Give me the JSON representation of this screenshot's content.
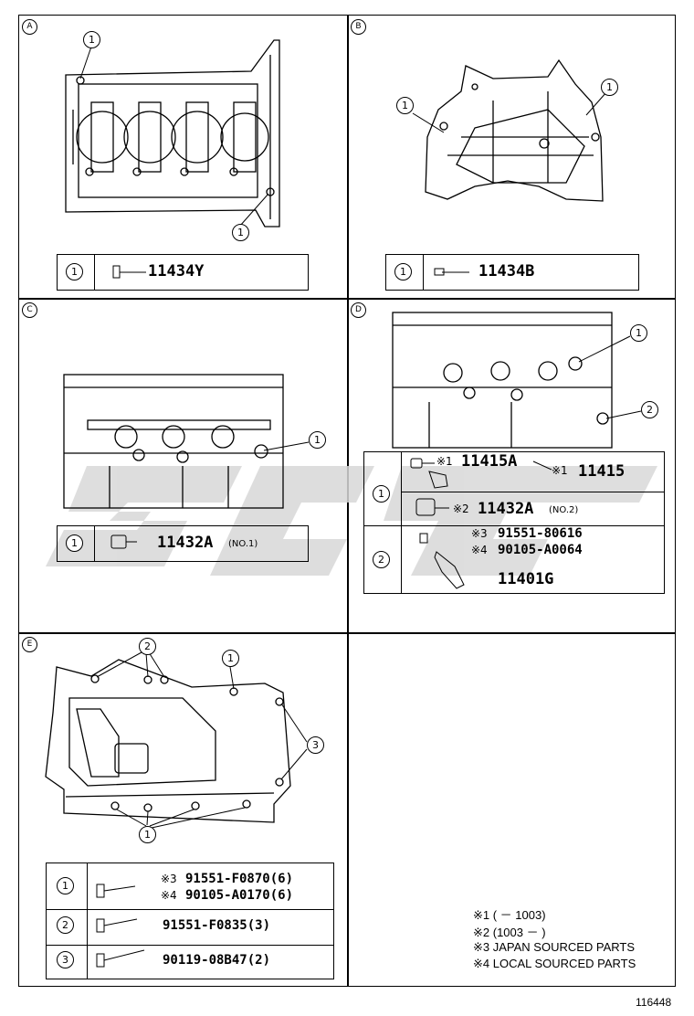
{
  "panels": {
    "A": {
      "letter": "A",
      "part_no": "11434Y",
      "index": "1"
    },
    "B": {
      "letter": "B",
      "part_no": "11434B",
      "index": "1"
    },
    "C": {
      "letter": "C",
      "part_no": "11432A",
      "suffix": "(NO.1)",
      "index": "1"
    },
    "D": {
      "letter": "D",
      "row1": {
        "index": "1",
        "a_mark": "※1",
        "a_part": "11415A",
        "b_mark": "※1",
        "b_part": "11415",
        "c_mark": "※2",
        "c_part": "11432A",
        "c_suffix": "(NO.2)"
      },
      "row2": {
        "index": "2",
        "l1_mark": "※3",
        "l1_part": "91551-80616",
        "l2_mark": "※4",
        "l2_part": "90105-A0064",
        "l3_part": "11401G"
      },
      "callouts": [
        "1",
        "2"
      ]
    },
    "E": {
      "letter": "E",
      "row1": {
        "index": "1",
        "l1_mark": "※3",
        "l1_part": "91551-F0870(6)",
        "l2_mark": "※4",
        "l2_part": "90105-A0170(6)"
      },
      "row2": {
        "index": "2",
        "part": "91551-F0835(3)"
      },
      "row3": {
        "index": "3",
        "part": "90119-08B47(2)"
      },
      "callouts": [
        "1",
        "2",
        "3"
      ]
    }
  },
  "notes": [
    "※1 (        － 1003)",
    "※2 (1003 －        )",
    "※3 JAPAN SOURCED PARTS",
    "※4 LOCAL SOURCED PARTS"
  ],
  "figure_code": "116448"
}
